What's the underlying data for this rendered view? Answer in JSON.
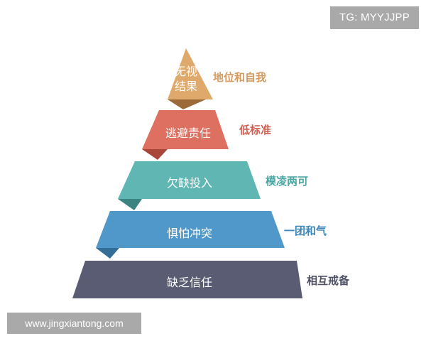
{
  "watermarks": {
    "top": "TG: MYYJJPP",
    "bottom": "www.jingxiantong.com"
  },
  "pyramid": {
    "levels": [
      {
        "label_line1": "无视",
        "label_line2": "结果",
        "description": "地位和自我",
        "front_color": "#e0a96c",
        "shadow_color": "#9b6a38",
        "desc_color": "#d49a5e"
      },
      {
        "label": "逃避责任",
        "description": "低标准",
        "front_color": "#dd7060",
        "shadow_color": "#a8463a",
        "desc_color": "#d06052"
      },
      {
        "label": "欠缺投入",
        "description": "模凌两可",
        "front_color": "#5fb6b2",
        "shadow_color": "#3a8581",
        "desc_color": "#4aa6a2"
      },
      {
        "label": "惧怕冲突",
        "description": "一团和气",
        "front_color": "#4f98c9",
        "shadow_color": "#336e98",
        "desc_color": "#3f86b8"
      },
      {
        "label": "缺乏信任",
        "description": "相互戒备",
        "front_color": "#595c72",
        "shadow_color": "#3c3e50",
        "desc_color": "#4e5064"
      }
    ]
  }
}
